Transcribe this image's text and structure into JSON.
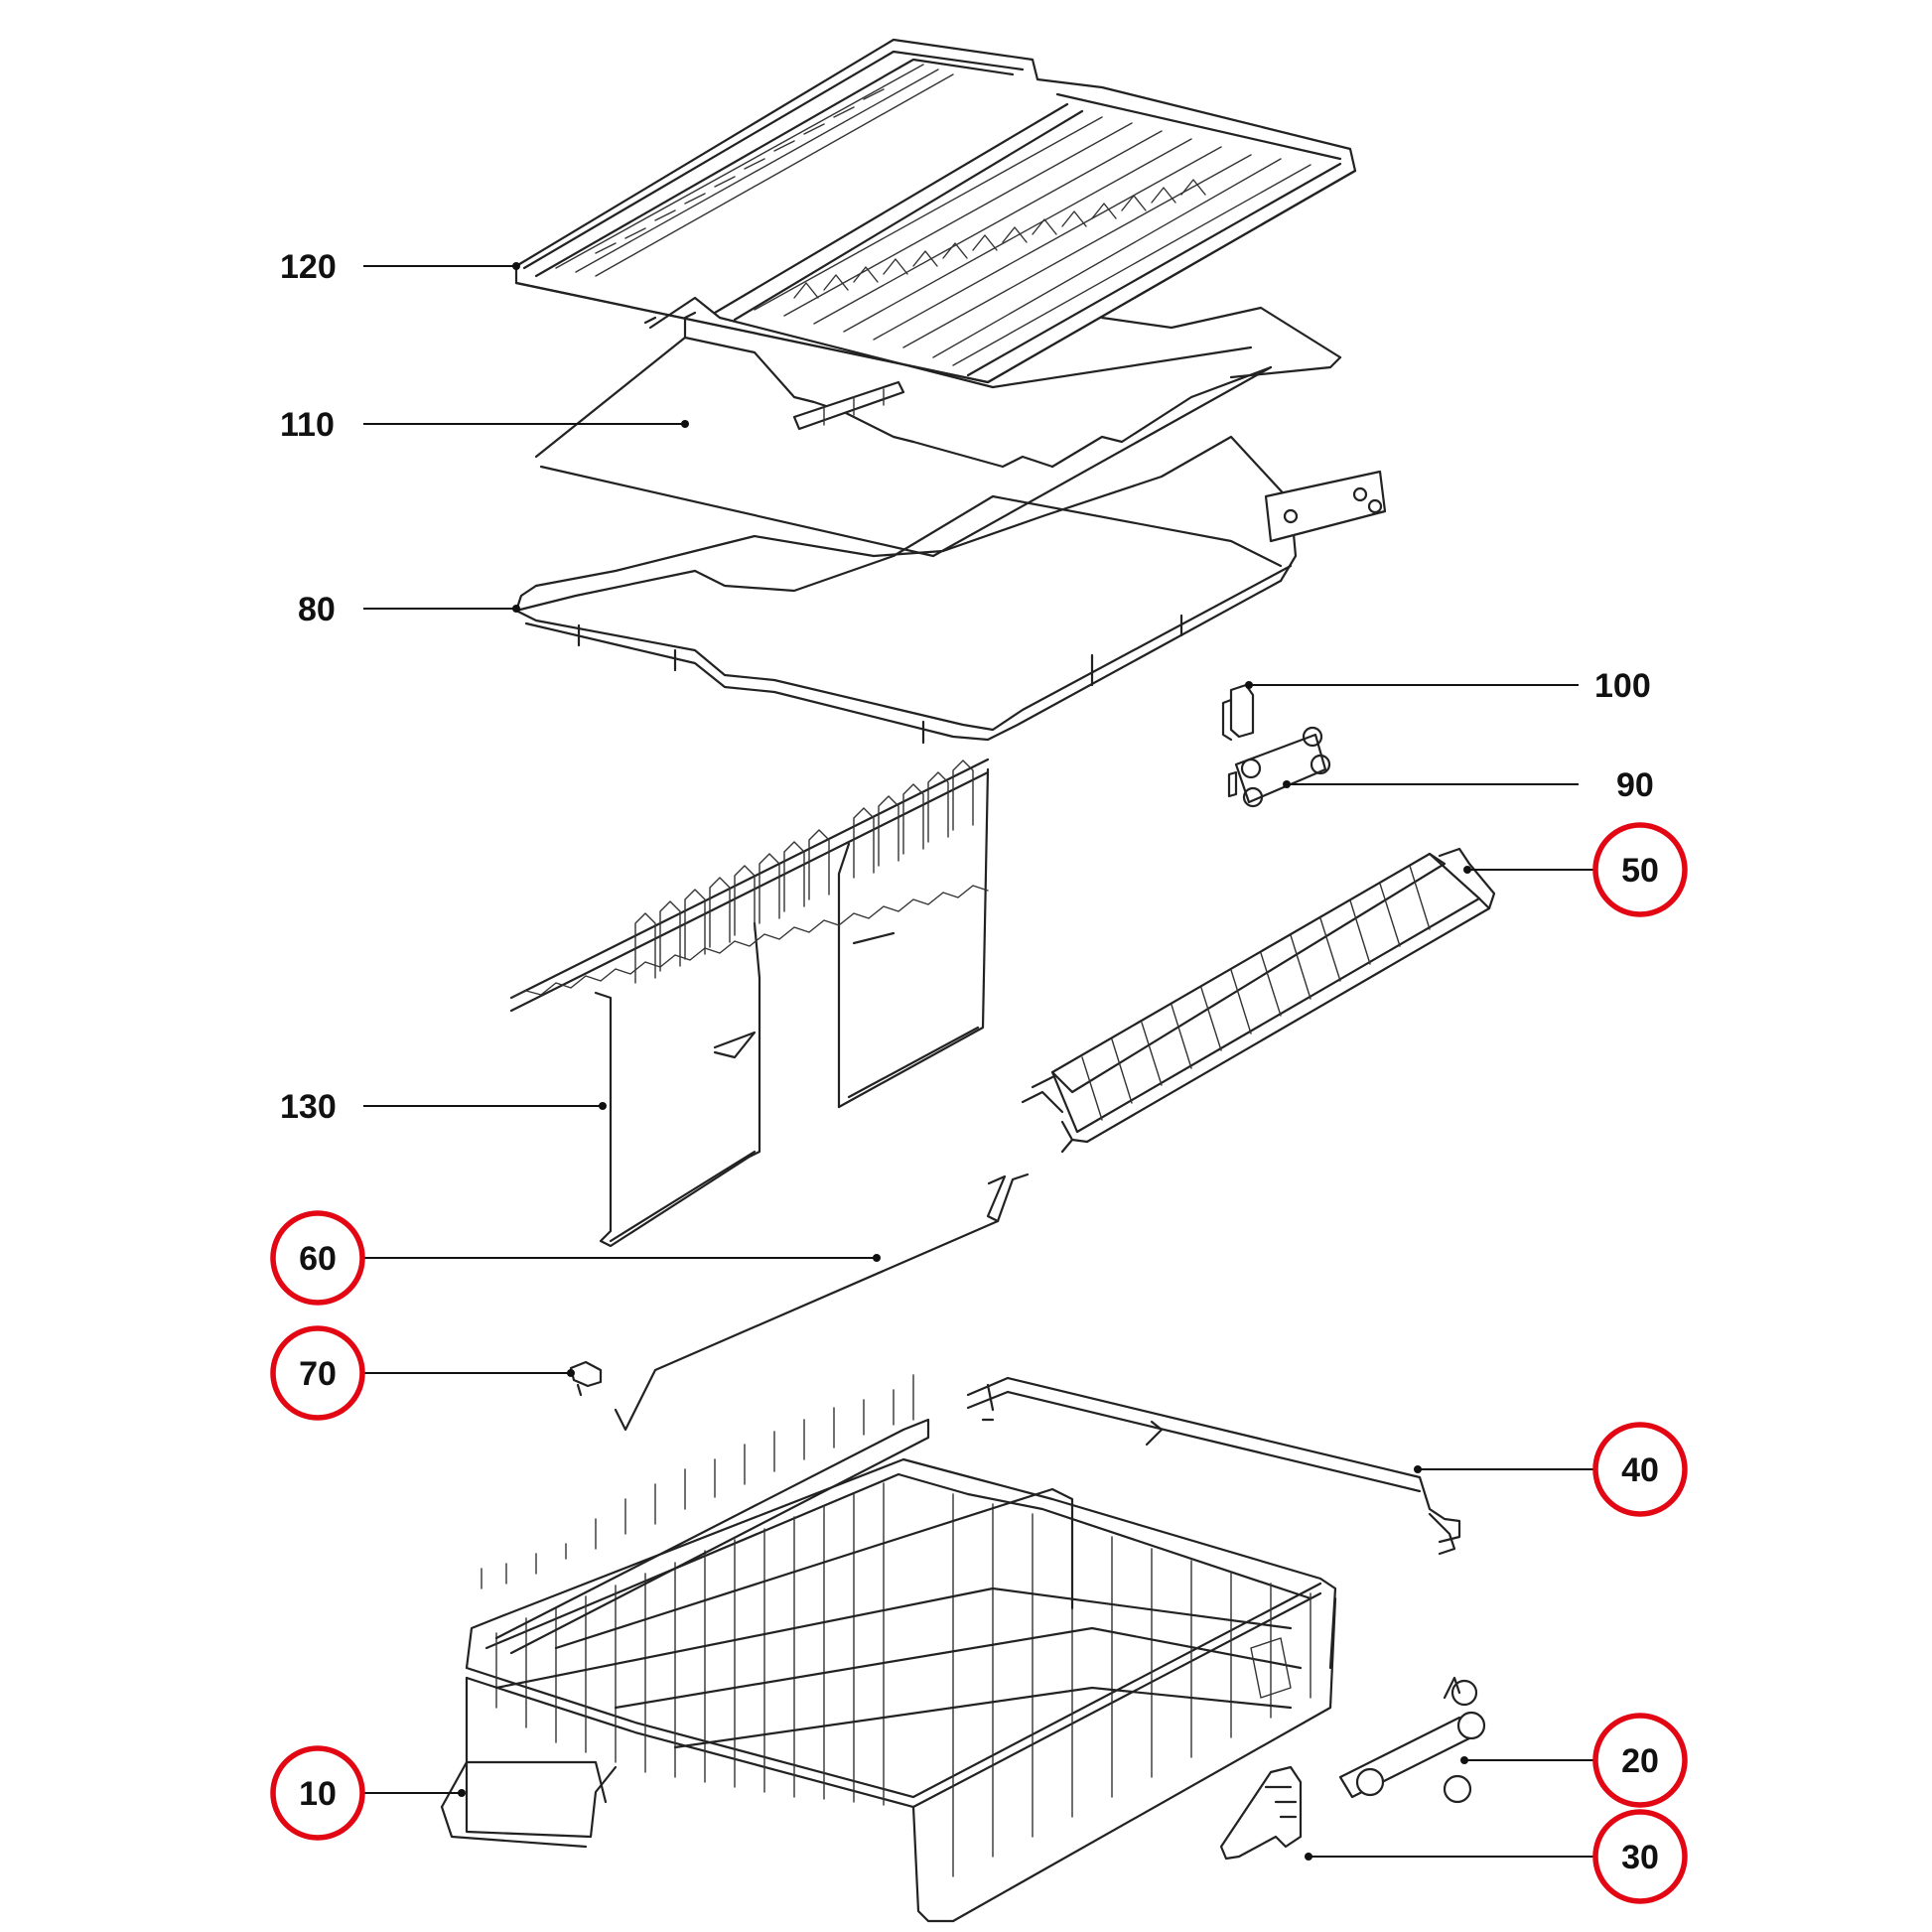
{
  "diagram": {
    "labels": [
      {
        "id": "120",
        "text": "120",
        "highlighted": false
      },
      {
        "id": "110",
        "text": "110",
        "highlighted": false
      },
      {
        "id": "80",
        "text": "80",
        "highlighted": false
      },
      {
        "id": "100",
        "text": "100",
        "highlighted": false
      },
      {
        "id": "90",
        "text": "90",
        "highlighted": false
      },
      {
        "id": "50",
        "text": "50",
        "highlighted": true
      },
      {
        "id": "130",
        "text": "130",
        "highlighted": false
      },
      {
        "id": "60",
        "text": "60",
        "highlighted": true
      },
      {
        "id": "70",
        "text": "70",
        "highlighted": true
      },
      {
        "id": "40",
        "text": "40",
        "highlighted": true
      },
      {
        "id": "20",
        "text": "20",
        "highlighted": true
      },
      {
        "id": "10",
        "text": "10",
        "highlighted": true
      },
      {
        "id": "30",
        "text": "30",
        "highlighted": true
      }
    ],
    "highlight_color": "#e30613",
    "line_color": "#111111",
    "background": "#ffffff"
  }
}
